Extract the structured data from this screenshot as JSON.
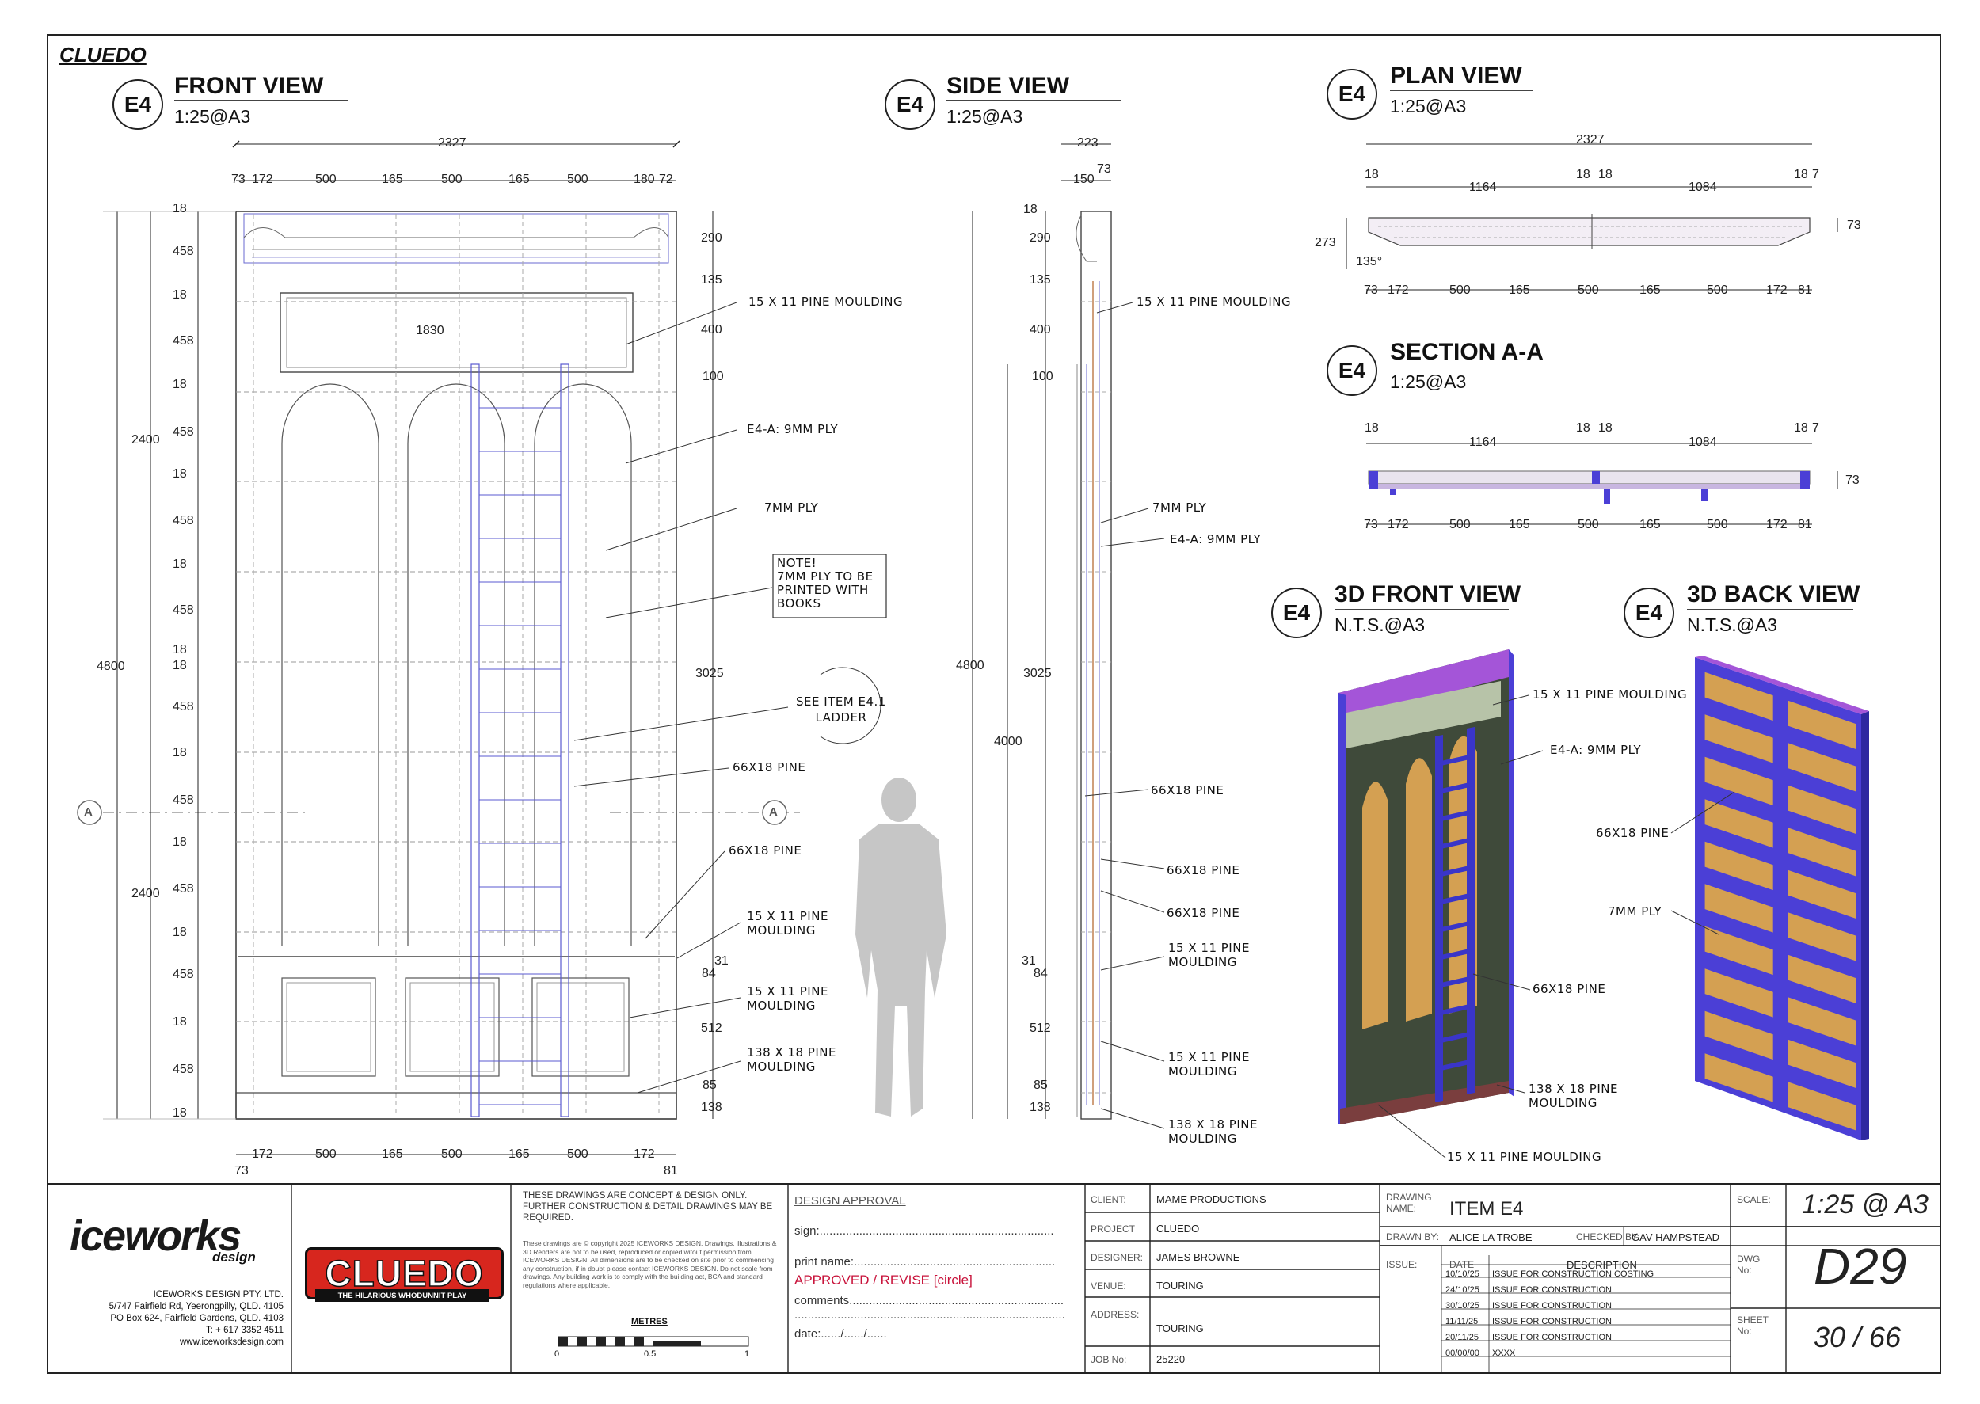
{
  "project_tag": "CLUEDO",
  "views": {
    "front": {
      "badge": "E4",
      "title": "FRONT VIEW",
      "scale": "1:25@A3"
    },
    "side": {
      "badge": "E4",
      "title": "SIDE VIEW",
      "scale": "1:25@A3"
    },
    "plan": {
      "badge": "E4",
      "title": "PLAN VIEW",
      "scale": "1:25@A3"
    },
    "section": {
      "badge": "E4",
      "title": "SECTION A-A",
      "scale": "1:25@A3"
    },
    "front3d": {
      "badge": "E4",
      "title": "3D FRONT VIEW",
      "scale": "N.T.S.@A3"
    },
    "back3d": {
      "badge": "E4",
      "title": "3D BACK VIEW",
      "scale": "N.T.S.@A3"
    }
  },
  "front_dims": {
    "overall_width": "2327",
    "top_row": [
      "73",
      "172",
      "500",
      "165",
      "500",
      "165",
      "500",
      "180",
      "72"
    ],
    "bottom_row": [
      "172",
      "500",
      "165",
      "500",
      "165",
      "500",
      "172"
    ],
    "bottom_left": "73",
    "bottom_right": "81",
    "left_stack": [
      "18",
      "458",
      "18",
      "458",
      "18",
      "458",
      "18",
      "458",
      "18",
      "458",
      "18",
      "18",
      "458",
      "18",
      "458",
      "18",
      "458",
      "18",
      "458",
      "18",
      "458",
      "18"
    ],
    "left_totals": [
      "2400",
      "2400",
      "4800"
    ],
    "right_stack": [
      "290",
      "135",
      "400",
      "100",
      "3025",
      "31",
      "84",
      "512",
      "85",
      "138"
    ],
    "inner": "1830",
    "section_mark": "A"
  },
  "front_notes": {
    "moulding_top": "15 X 11 PINE MOULDING",
    "ply9": "E4-A: 9MM PLY",
    "ply7": "7MM PLY",
    "note": [
      "NOTE!",
      "7MM PLY TO BE",
      "PRINTED WITH",
      "BOOKS"
    ],
    "ladder": [
      "SEE ITEM E4.1",
      "LADDER"
    ],
    "pine1": "66X18 PINE",
    "pine2": "66X18 PINE",
    "moulding_mid": [
      "15 X 11 PINE",
      "MOULDING"
    ],
    "moulding_low": [
      "15 X 11 PINE",
      "MOULDING"
    ],
    "base": [
      "138 X 18 PINE",
      "MOULDING"
    ]
  },
  "side_dims": {
    "top": "223",
    "sub_left": "150",
    "sub_right": "73",
    "stack": [
      "18",
      "290",
      "135",
      "400",
      "100",
      "3025",
      "31",
      "84",
      "512",
      "85",
      "138"
    ],
    "total": "4800",
    "inner_total": "4000"
  },
  "side_notes": {
    "moulding_top": "15 X 11 PINE MOULDING",
    "ply7": "7MM PLY",
    "ply9": "E4-A: 9MM PLY",
    "pine1": "66X18 PINE",
    "pine2": "66X18 PINE",
    "pine3": "66X18 PINE",
    "moulding_a": [
      "15 X 11 PINE",
      "MOULDING"
    ],
    "moulding_b": [
      "15 X 11 PINE",
      "MOULDING"
    ],
    "base": [
      "138 X 18 PINE",
      "MOULDING"
    ]
  },
  "plan_dims": {
    "overall": "2327",
    "top": [
      "18",
      "1164",
      "18",
      "18",
      "1084",
      "18",
      "7"
    ],
    "bottom": [
      "73",
      "172",
      "500",
      "165",
      "500",
      "165",
      "500",
      "172",
      "81"
    ],
    "depth": "273",
    "angle": "135°",
    "right": "73"
  },
  "section_dims": {
    "top": [
      "18",
      "1164",
      "18",
      "18",
      "1084",
      "18",
      "7"
    ],
    "bottom": [
      "73",
      "172",
      "500",
      "165",
      "500",
      "165",
      "500",
      "172",
      "81"
    ],
    "right": "73"
  },
  "front3d_notes": {
    "moulding_top": "15 X 11 PINE MOULDING",
    "ply9": "E4-A: 9MM PLY",
    "pine": "66X18 PINE",
    "base": [
      "138 X 18 PINE",
      "MOULDING"
    ],
    "moulding_bottom": "15 X 11 PINE MOULDING"
  },
  "back3d_notes": {
    "pine": "66X18 PINE",
    "ply7": "7MM PLY"
  },
  "company": {
    "logo": "iceworks",
    "logo_sub": "design",
    "name": "ICEWORKS DESIGN PTY. LTD.",
    "addr1": "5/747 Fairfield Rd, Yeerongpilly, QLD. 4105",
    "addr2": "PO Box 624, Fairfield Gardens, QLD. 4103",
    "phone": "T: + 617 3352 4511",
    "web": "www.iceworksdesign.com"
  },
  "show_logo": {
    "main": "CLUEDO",
    "tag": "THE HILARIOUS WHODUNNIT PLAY"
  },
  "disclaimer": {
    "head": "THESE DRAWINGS ARE CONCEPT & DESIGN ONLY. FURTHER CONSTRUCTION & DETAIL DRAWINGS MAY BE REQUIRED.",
    "body": "These drawings are © copyright 2025 ICEWORKS DESIGN. Drawings, illustrations & 3D Renders are not to be used, reproduced or copied witout permission from ICEWORKS DESIGN. All dimensions are to be checked on site prior to commencing any construction, if in doubt please contact ICEWORKS DESIGN. Do not scale from drawings. Any building work is to comply with the building act, BCA and standard regulations where applicable.",
    "scale_label": "METRES",
    "scale_ticks": [
      "0",
      "0.5",
      "1"
    ]
  },
  "approval": {
    "title": "DESIGN APPROVAL",
    "sign": "sign:.......................................................................",
    "print": "print name:.............................................................",
    "status": "APPROVED / REVISE   [circle]",
    "comments": "comments.................................................................",
    "comments2": "..................................................................................",
    "date": "date:....../....../......"
  },
  "info": {
    "client_label": "CLIENT:",
    "client": "MAME PRODUCTIONS",
    "project_label": "PROJECT",
    "project": "CLUEDO",
    "designer_label": "DESIGNER:",
    "designer": "JAMES BROWNE",
    "venue_label": "VENUE:",
    "venue": "TOURING",
    "address_label": "ADDRESS:",
    "address": "TOURING",
    "job_label": "JOB No:",
    "job": "25220"
  },
  "drawing": {
    "name_label": "DRAWING NAME:",
    "name": "ITEM E4",
    "drawn_label": "DRAWN BY:",
    "drawn": "ALICE LA TROBE",
    "checked_label": "CHECKED BY:",
    "checked": "GAV HAMPSTEAD",
    "issue_label": "ISSUE:",
    "date_label": "DATE",
    "desc_label": "DESCRIPTION",
    "issues": [
      {
        "date": "10/10/25",
        "desc": "ISSUE FOR CONSTRUCTION COSTING"
      },
      {
        "date": "24/10/25",
        "desc": "ISSUE FOR CONSTRUCTION"
      },
      {
        "date": "30/10/25",
        "desc": "ISSUE FOR CONSTRUCTION"
      },
      {
        "date": "11/11/25",
        "desc": "ISSUE FOR CONSTRUCTION"
      },
      {
        "date": "20/11/25",
        "desc": "ISSUE FOR CONSTRUCTION"
      },
      {
        "date": "00/00/00",
        "desc": "XXXX"
      }
    ],
    "scale_label": "SCALE:",
    "scale": "1:25 @ A3",
    "dwg_label": "DWG No:",
    "dwg": "D29",
    "sheet_label": "SHEET No:",
    "sheet": "30 / 66"
  },
  "colors": {
    "line": "#222222",
    "dashed": "#8a8a8a",
    "blue": "#3a35c8",
    "purple": "#a455d8",
    "ply": "#d4a052",
    "green": "#3f4a3a",
    "brand_red": "#d7261e",
    "approval_red": "#c8123a"
  }
}
